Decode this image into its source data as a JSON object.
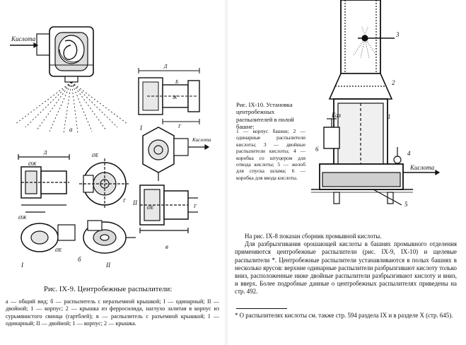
{
  "left_page": {
    "figure_a": {
      "inlet_label": "Кислота",
      "view_label": "а"
    },
    "figure_b": {
      "view_label": "б",
      "dims": [
        "Д",
        "ØЖ",
        "ØЕ",
        "Г",
        "ØЖ",
        "ØЕ"
      ],
      "part_labels": [
        "I",
        "II"
      ]
    },
    "figure_c": {
      "view_label": "в",
      "dims": [
        "Д",
        "Б",
        "Ж",
        "Г",
        "ØЕ",
        "Г"
      ],
      "inlet_label": "Кислота",
      "part_labels": [
        "I",
        "II"
      ]
    },
    "caption": {
      "title": "Рис. IX-9. Центробежные распылители:",
      "body_a": "а — общий вид; б — распылитель с неразъемной крышкой; I — одинарный; II — двойной; 1 — корпус; 2 — крышка из ферросилида, наглухо залитая в корпус из сурьмянистого свинца (гартблей); в — распылитель с разъемной крышкой; I — одинарный; II — двойной; 1 — корпус; 2 — крышка."
    }
  },
  "right_page": {
    "figure_10": {
      "gas_label": "Газ",
      "acid_label": "Кислота",
      "numbers": [
        "1",
        "2",
        "3",
        "4",
        "5",
        "6"
      ],
      "title": "Рис. IX-10. Установка центробежных распылителей в полой башне:",
      "legend": "1 — корпус башни; 2 — одинарные распылители кислоты; 3 — двойные распылители кислоты; 4 — коробка со штуцером для отвода кислоты; 5 — желоб для спуска шлама; 6 — коробка для ввода кислоты."
    },
    "body": {
      "paragraph_1": "На рис. IX-8 показан сборник промывной кислоты.",
      "paragraph_2": "Для разбрызгивания орошающей кислоты в башнях промывного отделения применяются центробежные распылители (рис. IX-9, IX-10) и щелевые распылители *. Центробежные распылители устанавливаются в полых башнях в несколько ярусов: верхние одинарные распылители разбрызгивают кислоту только вниз, расположенные ниже двойные распылители разбрызгивают кислоту и вниз, и вверх. Более подробные данные о центробежных распылителях приведены на стр. 492."
    },
    "footnote": "О распылителях кислоты см. также стр. 594 раздела IX и в разделе X (стр. 645)."
  }
}
